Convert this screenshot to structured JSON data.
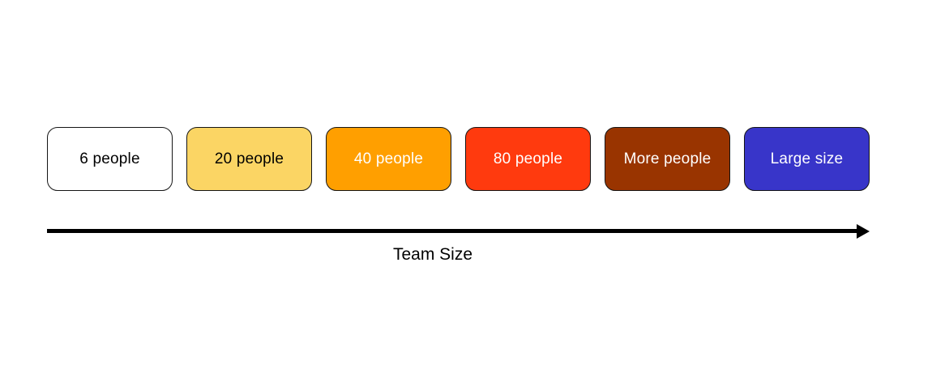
{
  "diagram": {
    "boxes": [
      {
        "label": "6 people",
        "bg": "#FFFFFF",
        "text_color": "#000000"
      },
      {
        "label": "20 people",
        "bg": "#FBD564",
        "text_color": "#000000"
      },
      {
        "label": "40 people",
        "bg": "#FF9F00",
        "text_color": "#FFFFFF"
      },
      {
        "label": "80 people",
        "bg": "#FF3A0E",
        "text_color": "#FFFFFF"
      },
      {
        "label": "More people",
        "bg": "#993400",
        "text_color": "#FFFFFF"
      },
      {
        "label": "Large size",
        "bg": "#3835C9",
        "text_color": "#FFFFFF"
      }
    ],
    "axis": {
      "label": "Team Size",
      "direction": "right",
      "arrow_color": "#000000"
    }
  }
}
